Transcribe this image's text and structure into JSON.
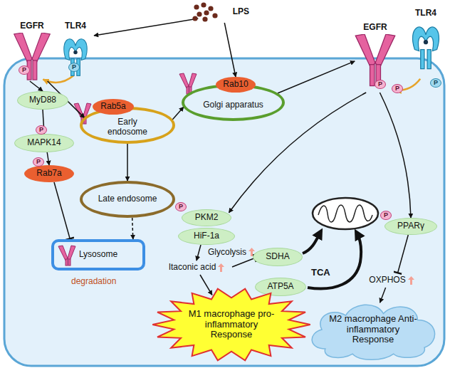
{
  "diagram": {
    "nodes": [
      {
        "text": [
          "LPS"
        ]
      },
      {
        "text": [
          "EGFR"
        ]
      },
      {
        "text": [
          "TLR4"
        ]
      },
      {
        "text": [
          "Golgi apparatus"
        ]
      },
      {
        "text": [
          "Rab10"
        ],
        "in": 3
      },
      {
        "text": [
          "EGFR"
        ]
      },
      {
        "text": [
          "TLR4"
        ]
      },
      {
        "text": [
          "MyD88"
        ]
      },
      {
        "text": [
          "Early endosome"
        ]
      },
      {
        "text": [
          "Rab5a"
        ],
        "in": 8
      },
      {
        "text": [
          "MAPK14"
        ]
      },
      {
        "text": [
          "Rab7a"
        ]
      },
      {
        "text": [
          "Late endosome"
        ]
      },
      {
        "text": [
          "Lysosome"
        ]
      },
      {
        "text": [
          "PKM2"
        ]
      },
      {
        "text": [
          "HiF-1a"
        ]
      },
      {
        "text": [
          "PPARγ"
        ]
      },
      {
        "text": [
          "SDHA"
        ]
      },
      {
        "text": [
          "ATP5A"
        ]
      },
      {
        "text": [
          "Itaconic acid"
        ]
      },
      {
        "text": [
          "OXPHOS"
        ]
      },
      {
        "text": [
          "M1 macrophage pro-inflammatory Response"
        ]
      },
      {
        "text": [
          "M2 macrophage Anti-inflammatory Response"
        ]
      }
    ],
    "edges": [
      {
        "from": 0,
        "to": 2,
        "arrow": "to"
      },
      {
        "from": 0,
        "to": 4,
        "arrow": "to"
      },
      {
        "from": 2,
        "to": 1,
        "arrow": "to"
      },
      {
        "from": 1,
        "to": 7,
        "arrow": "to"
      },
      {
        "from": 1,
        "to": 8,
        "arrow": "to"
      },
      {
        "from": 7,
        "to": 10,
        "arrow": "to"
      },
      {
        "from": 10,
        "to": 11,
        "arrow": "to"
      },
      {
        "from": 11,
        "to": 13,
        "arrow": "to"
      },
      {
        "from": 8,
        "to": 3,
        "arrow": "to"
      },
      {
        "from": 8,
        "to": 12,
        "arrow": "to"
      },
      {
        "from": 12,
        "to": 13,
        "arrow": "to"
      },
      {
        "from": 3,
        "to": 5,
        "arrow": "to"
      },
      {
        "from": 6,
        "to": 5,
        "arrow": "to"
      },
      {
        "from": 5,
        "to": 14,
        "arrow": "to"
      },
      {
        "from": 5,
        "to": 16,
        "arrow": "to"
      },
      {
        "from": 15,
        "to": 19,
        "arrow": "to"
      },
      {
        "from": 19,
        "to": 17,
        "arrow": "to"
      },
      {
        "from": 19,
        "to": 21,
        "arrow": "to"
      },
      {
        "from": 16,
        "to": 20,
        "arrow": "to"
      },
      {
        "from": 20,
        "to": 22,
        "arrow": "to"
      }
    ],
    "labels": [
      "P",
      "P",
      "P",
      "P",
      "P",
      "P",
      "P",
      "P",
      "P",
      "Glycolysis",
      "TCA",
      "degradation"
    ]
  }
}
